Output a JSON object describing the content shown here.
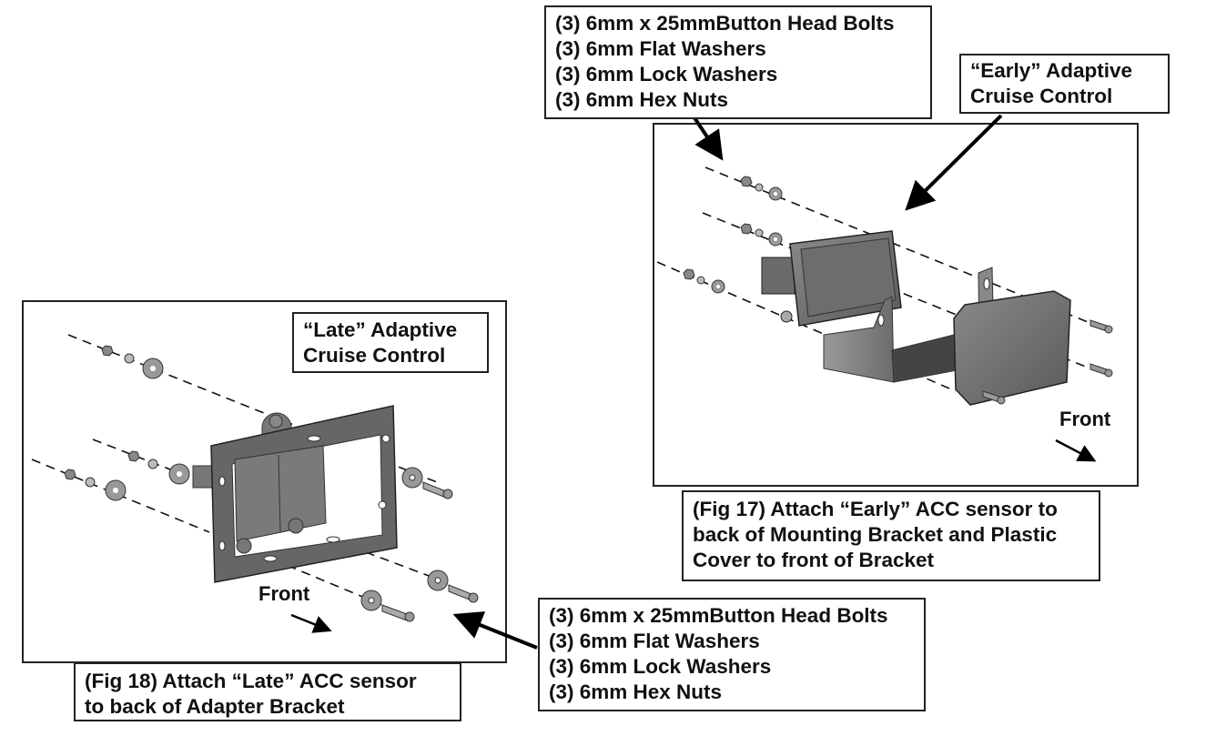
{
  "figure17": {
    "hardware_list": [
      "(3) 6mm x 25mmButton Head Bolts",
      "(3) 6mm Flat Washers",
      "(3) 6mm Lock Washers",
      "(3) 6mm Hex Nuts"
    ],
    "sensor_label": [
      "“Early” Adaptive",
      "Cruise Control"
    ],
    "front_label": "Front",
    "caption": [
      "(Fig 17) Attach “Early” ACC sensor to",
      "back of Mounting Bracket and Plastic",
      "Cover to front of Bracket"
    ]
  },
  "figure18": {
    "sensor_label": [
      "“Late” Adaptive",
      "Cruise Control"
    ],
    "front_label": "Front",
    "hardware_list": [
      "(3) 6mm x 25mmButton Head Bolts",
      "(3) 6mm Flat Washers",
      "(3) 6mm Lock Washers",
      "(3) 6mm Hex Nuts"
    ],
    "caption": [
      "(Fig 18) Attach “Late” ACC sensor",
      "to back of Adapter Bracket"
    ]
  }
}
